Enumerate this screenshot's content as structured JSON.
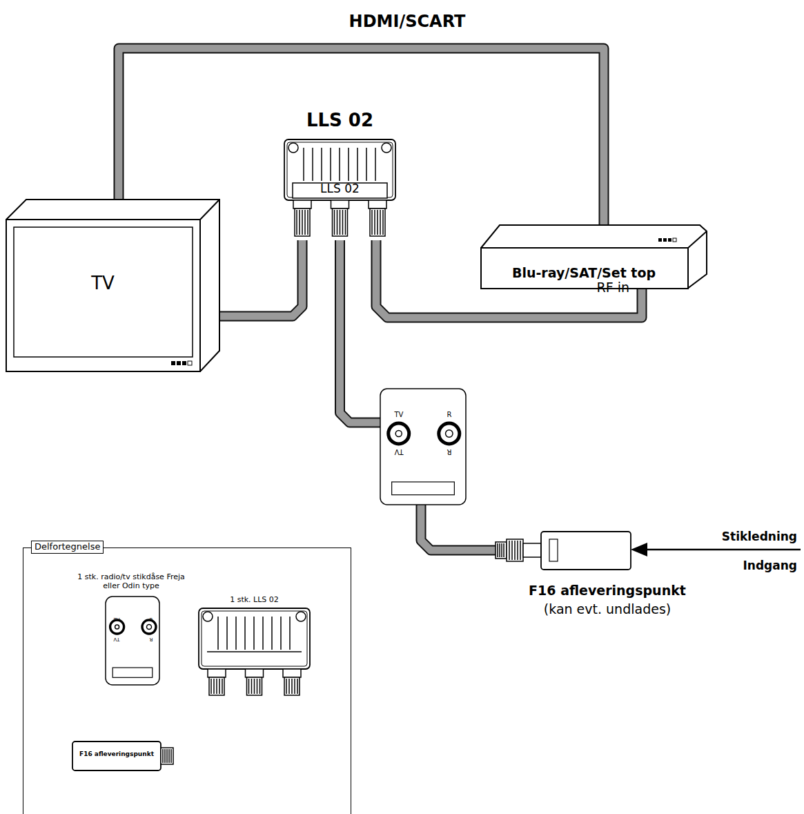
{
  "diagram": {
    "nodes": [
      {
        "text": [
          "LLS 02",
          "LLS 02"
        ]
      },
      {
        "text": [
          "TV"
        ]
      },
      {
        "text": [
          "Blu-ray/SAT/Set top"
        ]
      },
      {
        "text": [
          "TV",
          "R",
          "TV",
          "R"
        ]
      },
      {
        "text": [
          "F16 afleveringspunkt",
          "(kan evt. undlades)"
        ]
      },
      {
        "text": [
          "Delfortegnelse"
        ]
      },
      {
        "text": [
          "1 stk. radio/tv stikdåse Freja eller Odin type",
          "TV",
          "R",
          "TV",
          "R"
        ],
        "in": 5
      },
      {
        "text": [
          "1 stk. LLS 02"
        ],
        "in": 5
      },
      {
        "text": [
          "F16 afleveringspunkt"
        ],
        "in": 5
      }
    ],
    "edges": [
      {
        "from": 1,
        "to": 2,
        "label": "HDMI/SCART",
        "arrow": "none"
      },
      {
        "from": 1,
        "to": 0,
        "arrow": "none"
      },
      {
        "from": 3,
        "to": 0,
        "arrow": "none"
      },
      {
        "from": 2,
        "to": 0,
        "label": "RF in",
        "arrow": "none"
      },
      {
        "from": 3,
        "to": 4,
        "arrow": "none"
      }
    ],
    "labels": [
      "Stikledning",
      "Indgang"
    ]
  }
}
